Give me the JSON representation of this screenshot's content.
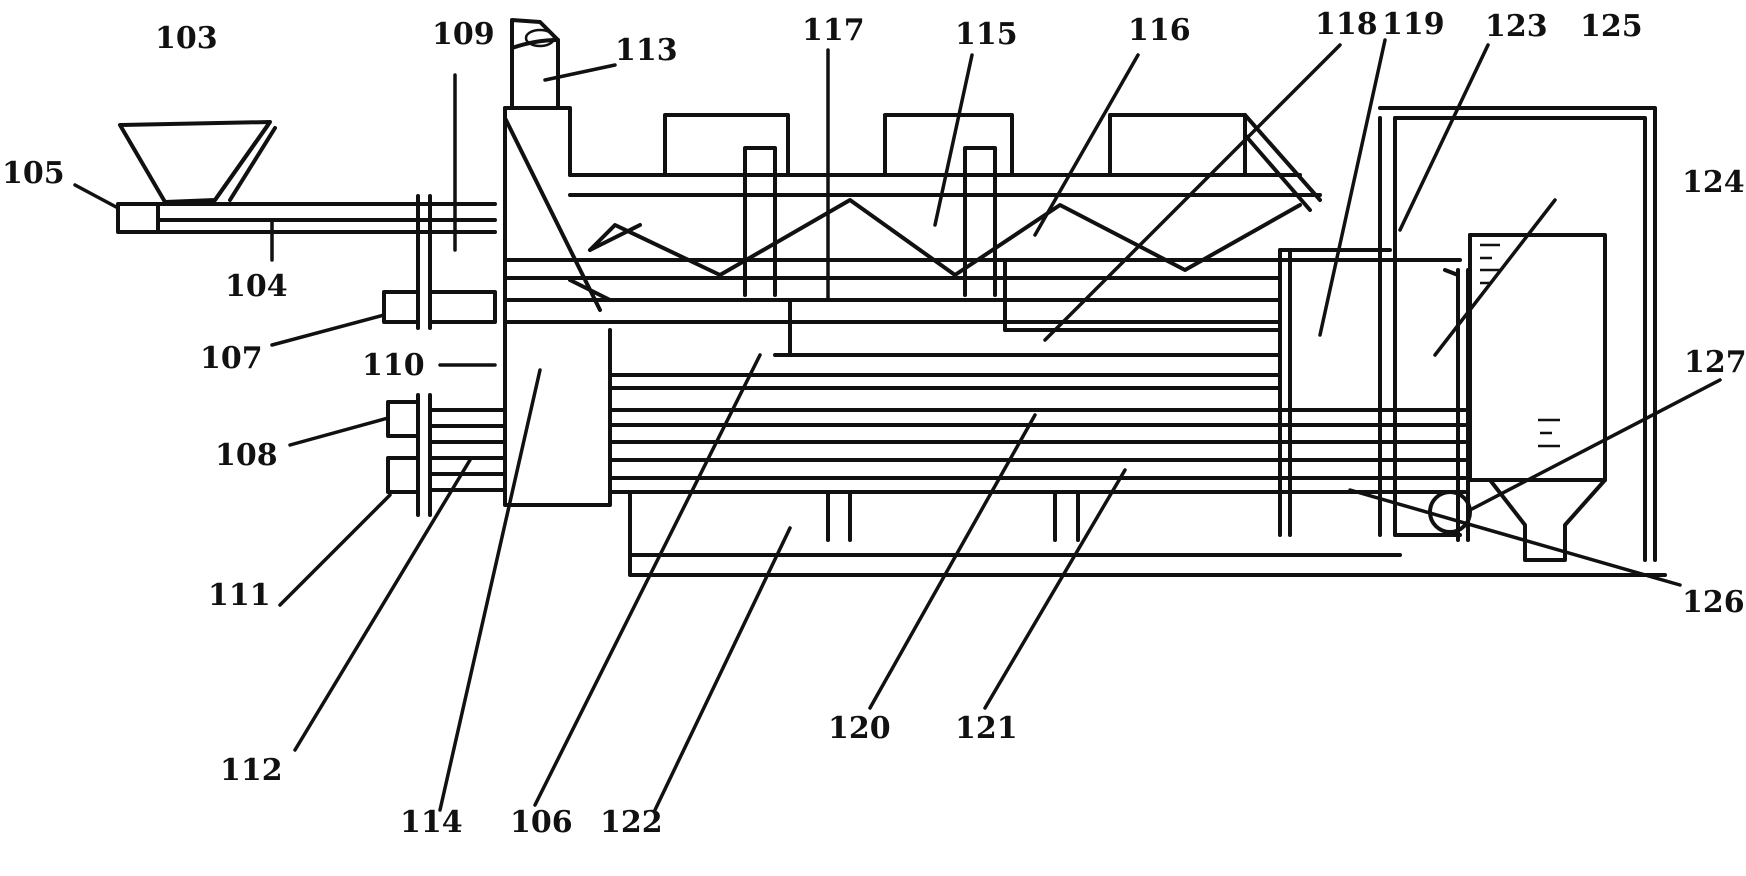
{
  "diagram": {
    "colors": {
      "ink": "#111111",
      "paper": "#ffffff"
    },
    "labels": {
      "l103": "103",
      "l105": "105",
      "l104": "104",
      "l109": "109",
      "l107": "107",
      "l110": "110",
      "l106": "106",
      "l111": "111",
      "l112": "112",
      "l114": "114",
      "l113": "113",
      "l117": "117",
      "l115": "115",
      "l116": "116",
      "l118": "118",
      "l119": "119",
      "l123": "123",
      "l125": "125",
      "l124": "124",
      "l127": "127",
      "l126": "126",
      "l120": "120",
      "l121": "121",
      "l122": "122",
      "l108": "108"
    }
  }
}
